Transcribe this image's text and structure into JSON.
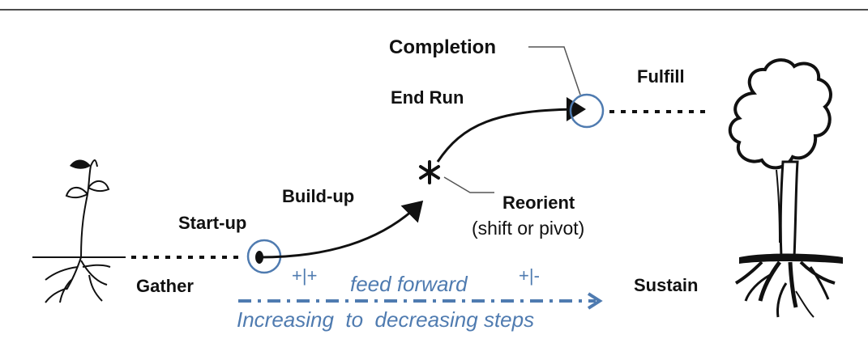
{
  "labels": {
    "completion": "Completion",
    "fulfill": "Fulfill",
    "end_run": "End Run",
    "build_up": "Build-up",
    "reorient": "Reorient",
    "reorient_sub": "(shift or pivot)",
    "start_up": "Start-up",
    "gather": "Gather",
    "sustain": "Sustain"
  },
  "feedback": {
    "plus_plus": "+|+",
    "feed_forward": "feed forward",
    "plus_minus": "+|-",
    "caption": "Increasing  to  decreasing steps"
  },
  "colors": {
    "accent_blue": "#4f7bb0",
    "ink": "#111111"
  },
  "icons": {
    "seedling": "seedling-icon",
    "tree": "tree-icon",
    "pivot": "asterisk-icon"
  }
}
